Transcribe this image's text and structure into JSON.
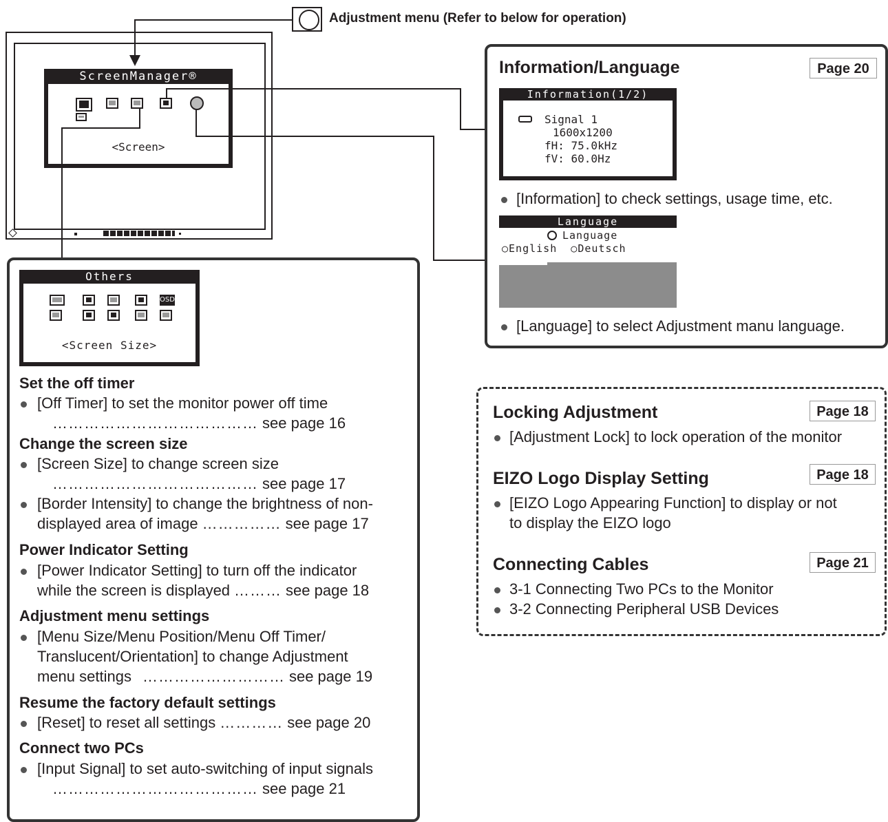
{
  "top_label": "Adjustment menu (Refer to below for operation)",
  "screen_osd": {
    "title": "ScreenManager®",
    "selected": "<Screen>"
  },
  "info": {
    "heading": "Information/Language",
    "page": "Page 20",
    "osd_title": "Information(1/2)",
    "osd_lines": [
      "Signal 1",
      "1600x1200",
      "fH: 75.0kHz",
      "fV: 60.0Hz"
    ],
    "bullet1": "[Information] to check settings, usage time, etc.",
    "lang_title": "Language",
    "lang_sub": "Language",
    "lang_opt1": "English",
    "lang_opt2": "Deutsch",
    "bullet2": "[Language] to select Adjustment manu language."
  },
  "others": {
    "osd_title": "Others",
    "osd_selected": "<Screen Size>",
    "osd_icon_text": "OSD",
    "sections": [
      {
        "heading": "Set the off timer",
        "items": [
          {
            "text": "[Off Timer] to set the monitor power off time",
            "page": "see page 16"
          }
        ]
      },
      {
        "heading": "Change the screen size",
        "items": [
          {
            "text": "[Screen Size] to change screen size",
            "page": "see page 17"
          },
          {
            "text": "[Border Intensity] to change the brightness of non-",
            "text2": "displayed area of image",
            "page": "see page 17"
          }
        ]
      },
      {
        "heading": "Power Indicator Setting",
        "items": [
          {
            "text": "[Power Indicator Setting] to turn off the indicator",
            "text2": "while the screen is displayed",
            "page": "see page 18"
          }
        ]
      },
      {
        "heading": "Adjustment menu settings",
        "items": [
          {
            "text": "[Menu Size/Menu Position/Menu Off Timer/",
            "text2": "Translucent/Orientation] to change Adjustment",
            "text3": "menu settings",
            "page": "see page 19"
          }
        ]
      },
      {
        "heading": "Resume the factory default settings",
        "items": [
          {
            "text": "[Reset] to reset all settings",
            "page": "see page 20"
          }
        ]
      },
      {
        "heading": "Connect two PCs",
        "items": [
          {
            "text": "[Input Signal] to set auto-switching of input signals",
            "page": "see page 21"
          }
        ]
      }
    ]
  },
  "right_box": {
    "s1": {
      "heading": "Locking Adjustment",
      "page": "Page 18",
      "bullet": "[Adjustment Lock] to lock operation of the monitor"
    },
    "s2": {
      "heading": "EIZO Logo Display Setting",
      "page": "Page 18",
      "bullet": "[EIZO Logo Appearing Function] to display or not",
      "bullet2": "to display the EIZO logo"
    },
    "s3": {
      "heading": "Connecting Cables",
      "page": "Page 21",
      "bullet": "3-1 Connecting Two PCs to the Monitor",
      "bullet_b": "3-2 Connecting Peripheral USB Devices"
    }
  }
}
